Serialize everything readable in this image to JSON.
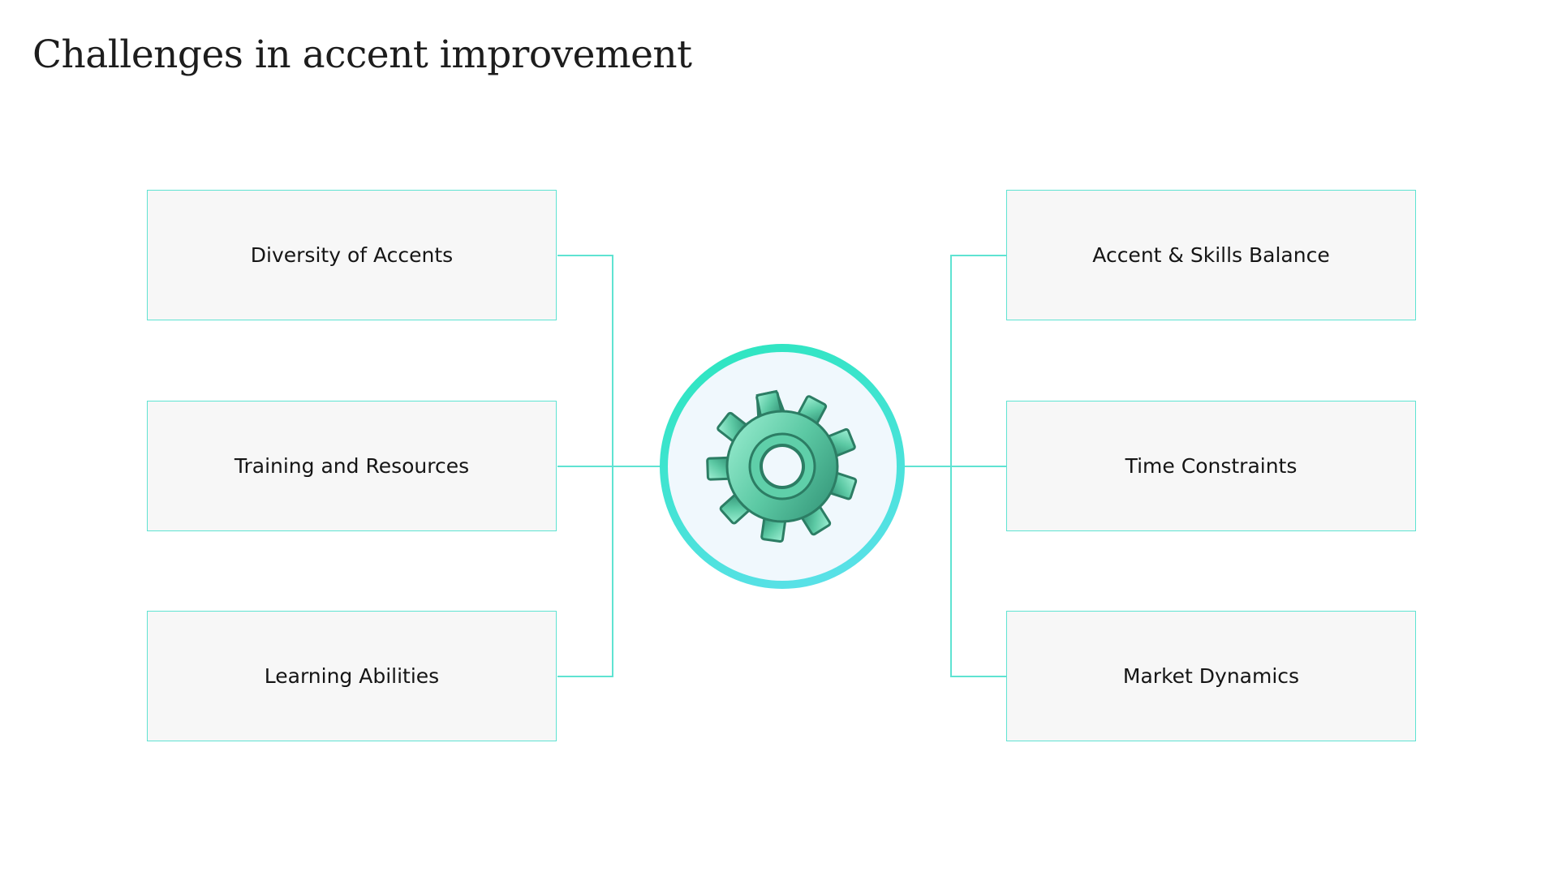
{
  "title": "Challenges in accent improvement",
  "left_items": [
    "Diversity of Accents",
    "Training and Resources",
    "Learning Abilities"
  ],
  "right_items": [
    "Accent & Skills Balance",
    "Time Constraints",
    "Market Dynamics"
  ],
  "center_icon": "gear-icon",
  "colors": {
    "accent": "#2ae6bd",
    "line": "#5fe3d2",
    "box_bg": "#f7f7f7"
  }
}
